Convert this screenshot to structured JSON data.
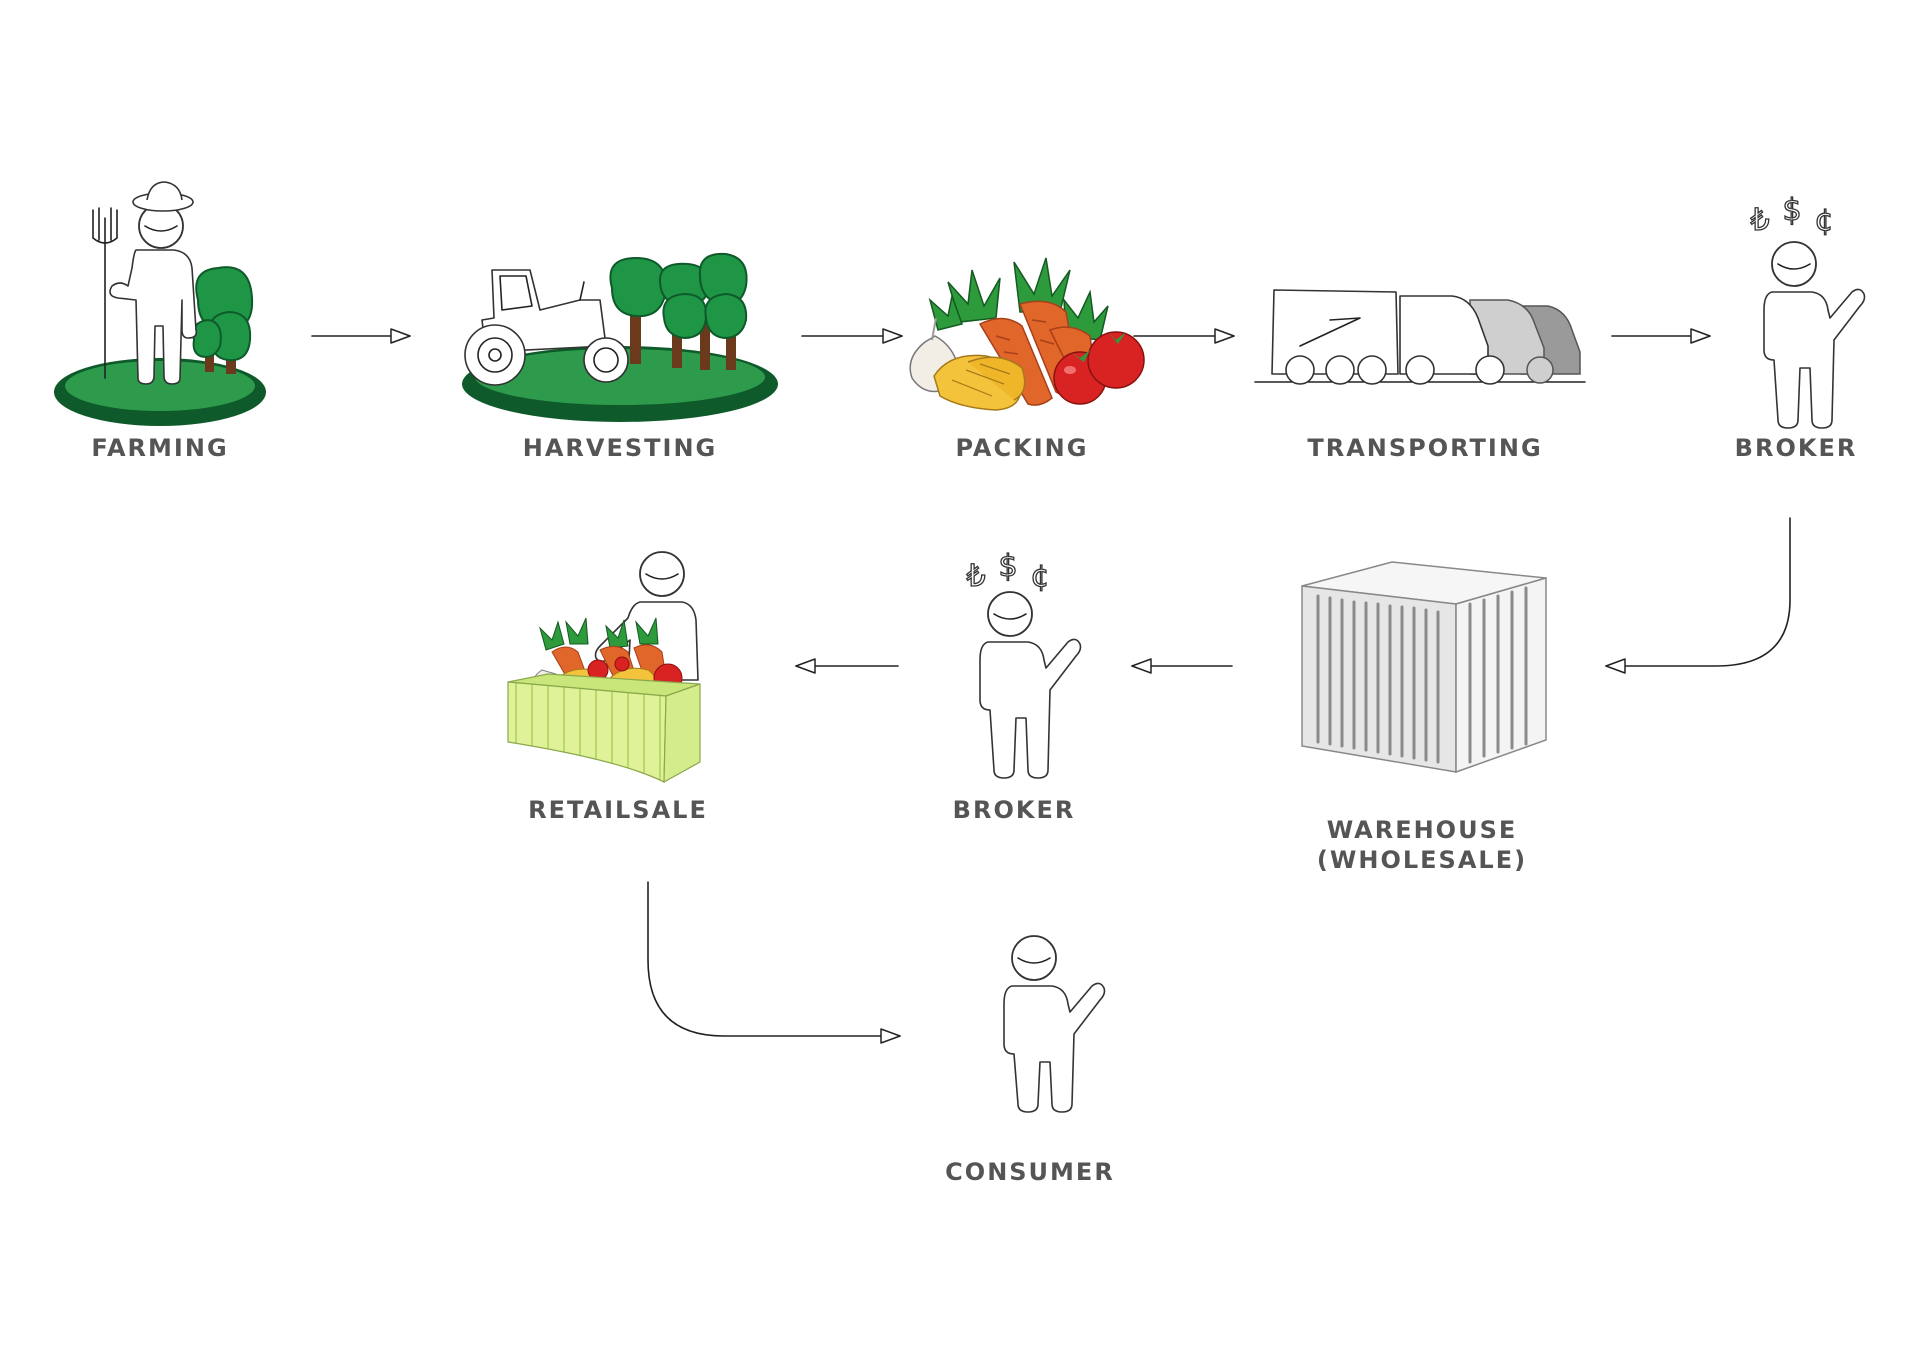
{
  "diagram": {
    "stages": [
      {
        "id": "farming",
        "label": "FARMING"
      },
      {
        "id": "harvesting",
        "label": "HARVESTING"
      },
      {
        "id": "packing",
        "label": "PACKING"
      },
      {
        "id": "transporting",
        "label": "TRANSPORTING"
      },
      {
        "id": "broker_1",
        "label": "BROKER"
      },
      {
        "id": "warehouse",
        "label": "WAREHOUSE",
        "label_line2": "(WHOLESALE)"
      },
      {
        "id": "broker_2",
        "label": "BROKER"
      },
      {
        "id": "retailsale",
        "label": "RETAILSALE"
      },
      {
        "id": "consumer",
        "label": "CONSUMER"
      }
    ],
    "flow": [
      [
        "farming",
        "harvesting"
      ],
      [
        "harvesting",
        "packing"
      ],
      [
        "packing",
        "transporting"
      ],
      [
        "transporting",
        "broker_1"
      ],
      [
        "broker_1",
        "warehouse"
      ],
      [
        "warehouse",
        "broker_2"
      ],
      [
        "broker_2",
        "retailsale"
      ],
      [
        "retailsale",
        "consumer"
      ]
    ],
    "broker_symbols": [
      "₺",
      "$",
      "¢"
    ],
    "colors": {
      "label": "#555555",
      "grass_dark": "#0e5a2a",
      "grass_light": "#2e9b4c",
      "tree": "#1f9646",
      "trunk": "#6b3a1c",
      "carrot": "#e0662a",
      "tomato": "#d92323",
      "squash": "#f3c33b",
      "leaf": "#2d9a3c",
      "crate": "#d8ef8f",
      "truck_grey": "#9a9a9a"
    }
  }
}
